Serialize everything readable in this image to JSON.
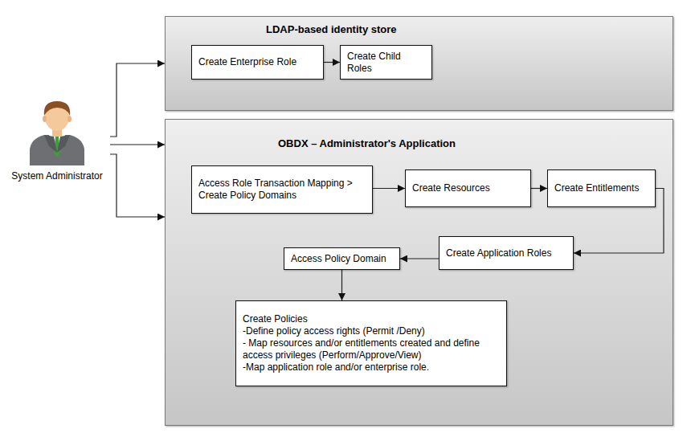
{
  "diagram": {
    "nodes": [
      {
        "text": [
          "System Administrator"
        ]
      },
      {
        "text": [
          "LDAP-based identity store"
        ]
      },
      {
        "text": [
          "Create Enterprise Role"
        ],
        "in": 1
      },
      {
        "text": [
          "Create Child Roles"
        ],
        "in": 1
      },
      {
        "text": [
          "OBDX – Administrator's Application"
        ]
      },
      {
        "text": [
          "Access Role Transaction Mapping > Create Policy Domains"
        ],
        "in": 4
      },
      {
        "text": [
          "Create Resources"
        ],
        "in": 4
      },
      {
        "text": [
          "Create Entitlements"
        ],
        "in": 4
      },
      {
        "text": [
          "Create Application Roles"
        ],
        "in": 4
      },
      {
        "text": [
          "Access Policy Domain"
        ],
        "in": 4
      },
      {
        "text": [
          "Create Policies",
          "-Define policy access rights  (Permit /Deny)",
          "- Map resources and/or entitlements created and define access privileges (Perform/Approve/View)",
          "-Map application role and/or enterprise role."
        ],
        "in": 4
      }
    ],
    "edges": [
      {
        "from": 0,
        "to": 1,
        "arrow": "to"
      },
      {
        "from": 0,
        "to": 4,
        "arrow": "to"
      },
      {
        "from": 0,
        "to": 4,
        "arrow": "to"
      },
      {
        "from": 2,
        "to": 3,
        "arrow": "to"
      },
      {
        "from": 5,
        "to": 6,
        "arrow": "to"
      },
      {
        "from": 6,
        "to": 7,
        "arrow": "to"
      },
      {
        "from": 7,
        "to": 8,
        "arrow": "to"
      },
      {
        "from": 8,
        "to": 9,
        "arrow": "to"
      },
      {
        "from": 9,
        "to": 10,
        "arrow": "to"
      }
    ]
  }
}
